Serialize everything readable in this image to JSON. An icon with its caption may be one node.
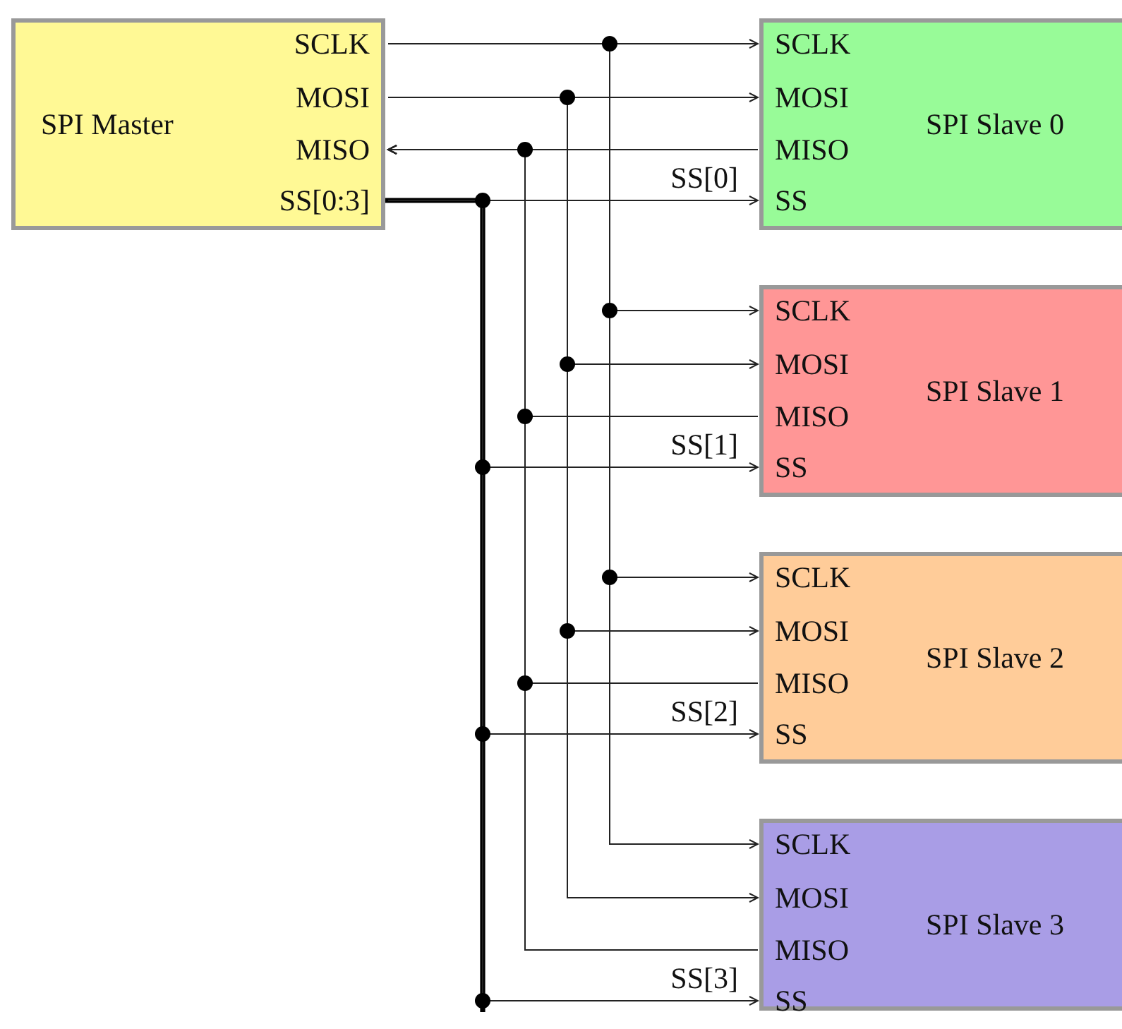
{
  "diagram": {
    "nodes": [
      {
        "text": [
          "SPI Master"
        ]
      },
      {
        "text": [
          "SCLK"
        ],
        "in": 0
      },
      {
        "text": [
          "MOSI"
        ],
        "in": 0
      },
      {
        "text": [
          "MISO"
        ],
        "in": 0
      },
      {
        "text": [
          "SS[0:3]"
        ],
        "in": 0
      },
      {
        "text": [
          "SPI Slave 0"
        ]
      },
      {
        "text": [
          "SCLK"
        ],
        "in": 5
      },
      {
        "text": [
          "MOSI"
        ],
        "in": 5
      },
      {
        "text": [
          "MISO"
        ],
        "in": 5
      },
      {
        "text": [
          "SS"
        ],
        "in": 5
      },
      {
        "text": [
          "SPI Slave 1"
        ]
      },
      {
        "text": [
          "SCLK"
        ],
        "in": 10
      },
      {
        "text": [
          "MOSI"
        ],
        "in": 10
      },
      {
        "text": [
          "MISO"
        ],
        "in": 10
      },
      {
        "text": [
          "SS"
        ],
        "in": 10
      },
      {
        "text": [
          "SPI Slave 2"
        ]
      },
      {
        "text": [
          "SCLK"
        ],
        "in": 15
      },
      {
        "text": [
          "MOSI"
        ],
        "in": 15
      },
      {
        "text": [
          "MISO"
        ],
        "in": 15
      },
      {
        "text": [
          "SS"
        ],
        "in": 15
      },
      {
        "text": [
          "SPI Slave 3"
        ]
      },
      {
        "text": [
          "SCLK"
        ],
        "in": 20
      },
      {
        "text": [
          "MOSI"
        ],
        "in": 20
      },
      {
        "text": [
          "MISO"
        ],
        "in": 20
      },
      {
        "text": [
          "SS"
        ],
        "in": 20
      }
    ],
    "edges": [
      {
        "from": 1,
        "to": 6,
        "arrow": "to"
      },
      {
        "from": 2,
        "to": 7,
        "arrow": "to"
      },
      {
        "from": 8,
        "to": 3,
        "arrow": "to"
      },
      {
        "from": 4,
        "to": 9,
        "arrow": "to",
        "label": "SS[0]",
        "style": "thick"
      },
      {
        "from": 1,
        "to": 11,
        "arrow": "to"
      },
      {
        "from": 2,
        "to": 12,
        "arrow": "to"
      },
      {
        "from": 13,
        "to": 3,
        "arrow": "to"
      },
      {
        "from": 4,
        "to": 14,
        "arrow": "to",
        "label": "SS[1]",
        "style": "thick"
      },
      {
        "from": 1,
        "to": 16,
        "arrow": "to"
      },
      {
        "from": 2,
        "to": 17,
        "arrow": "to"
      },
      {
        "from": 18,
        "to": 3,
        "arrow": "to"
      },
      {
        "from": 4,
        "to": 19,
        "arrow": "to",
        "label": "SS[2]",
        "style": "thick"
      },
      {
        "from": 1,
        "to": 21,
        "arrow": "to"
      },
      {
        "from": 2,
        "to": 22,
        "arrow": "to"
      },
      {
        "from": 23,
        "to": 3,
        "arrow": "to"
      },
      {
        "from": 4,
        "to": 24,
        "arrow": "to",
        "label": "SS[3]"
      }
    ]
  }
}
